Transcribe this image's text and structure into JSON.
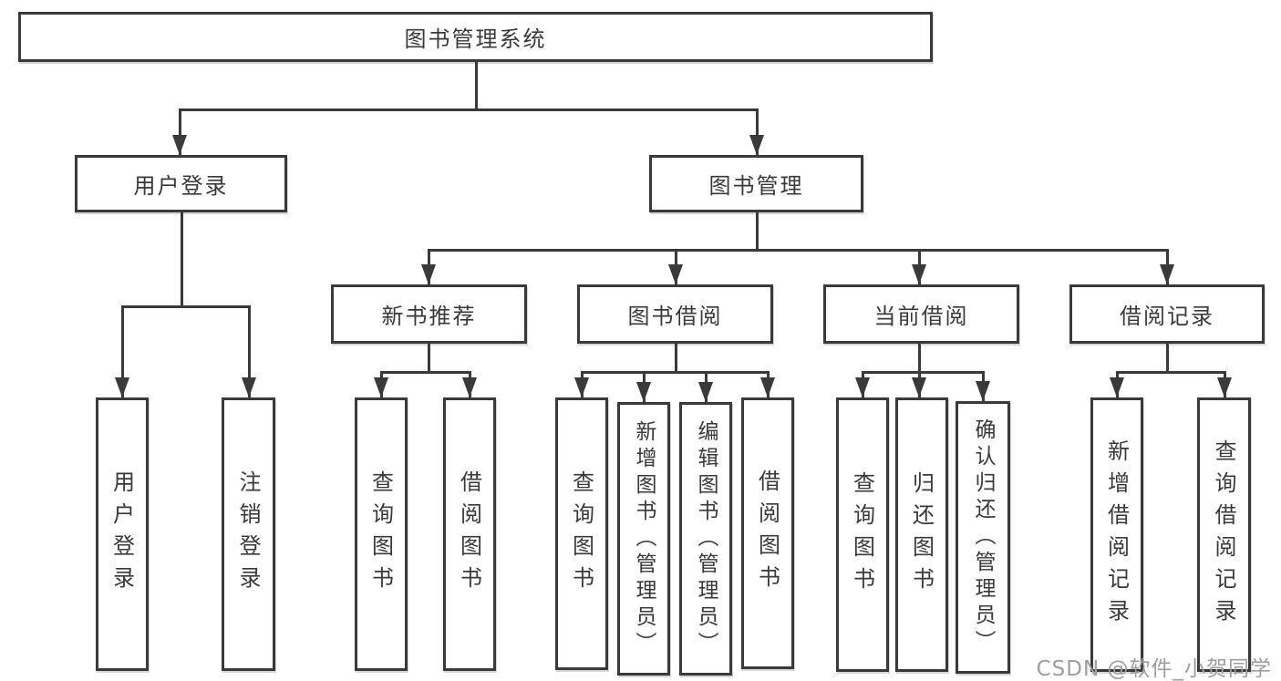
{
  "diagram": {
    "root": {
      "label": "图书管理系统"
    },
    "branches": [
      {
        "label": "用户登录",
        "children": [
          {
            "label": "用户登录"
          },
          {
            "label": "注销登录"
          }
        ]
      },
      {
        "label": "图书管理",
        "children": [
          {
            "label": "新书推荐",
            "children": [
              {
                "label": "查询图书"
              },
              {
                "label": "借阅图书"
              }
            ]
          },
          {
            "label": "图书借阅",
            "children": [
              {
                "label": "查询图书"
              },
              {
                "label": "新增图书（管理员）"
              },
              {
                "label": "编辑图书（管理员）"
              },
              {
                "label": "借阅图书"
              }
            ]
          },
          {
            "label": "当前借阅",
            "children": [
              {
                "label": "查询图书"
              },
              {
                "label": "归还图书"
              },
              {
                "label": "确认归还（管理员）"
              }
            ]
          },
          {
            "label": "借阅记录",
            "children": [
              {
                "label": "新增借阅记录"
              },
              {
                "label": "查询借阅记录"
              }
            ]
          }
        ]
      }
    ]
  },
  "watermark": {
    "text": "CSDN @软件_小贺同学"
  },
  "colors": {
    "line": "#3a3a3a",
    "text": "#3a3a3a",
    "background": "#ffffff",
    "watermark": "#9e9e9e"
  }
}
